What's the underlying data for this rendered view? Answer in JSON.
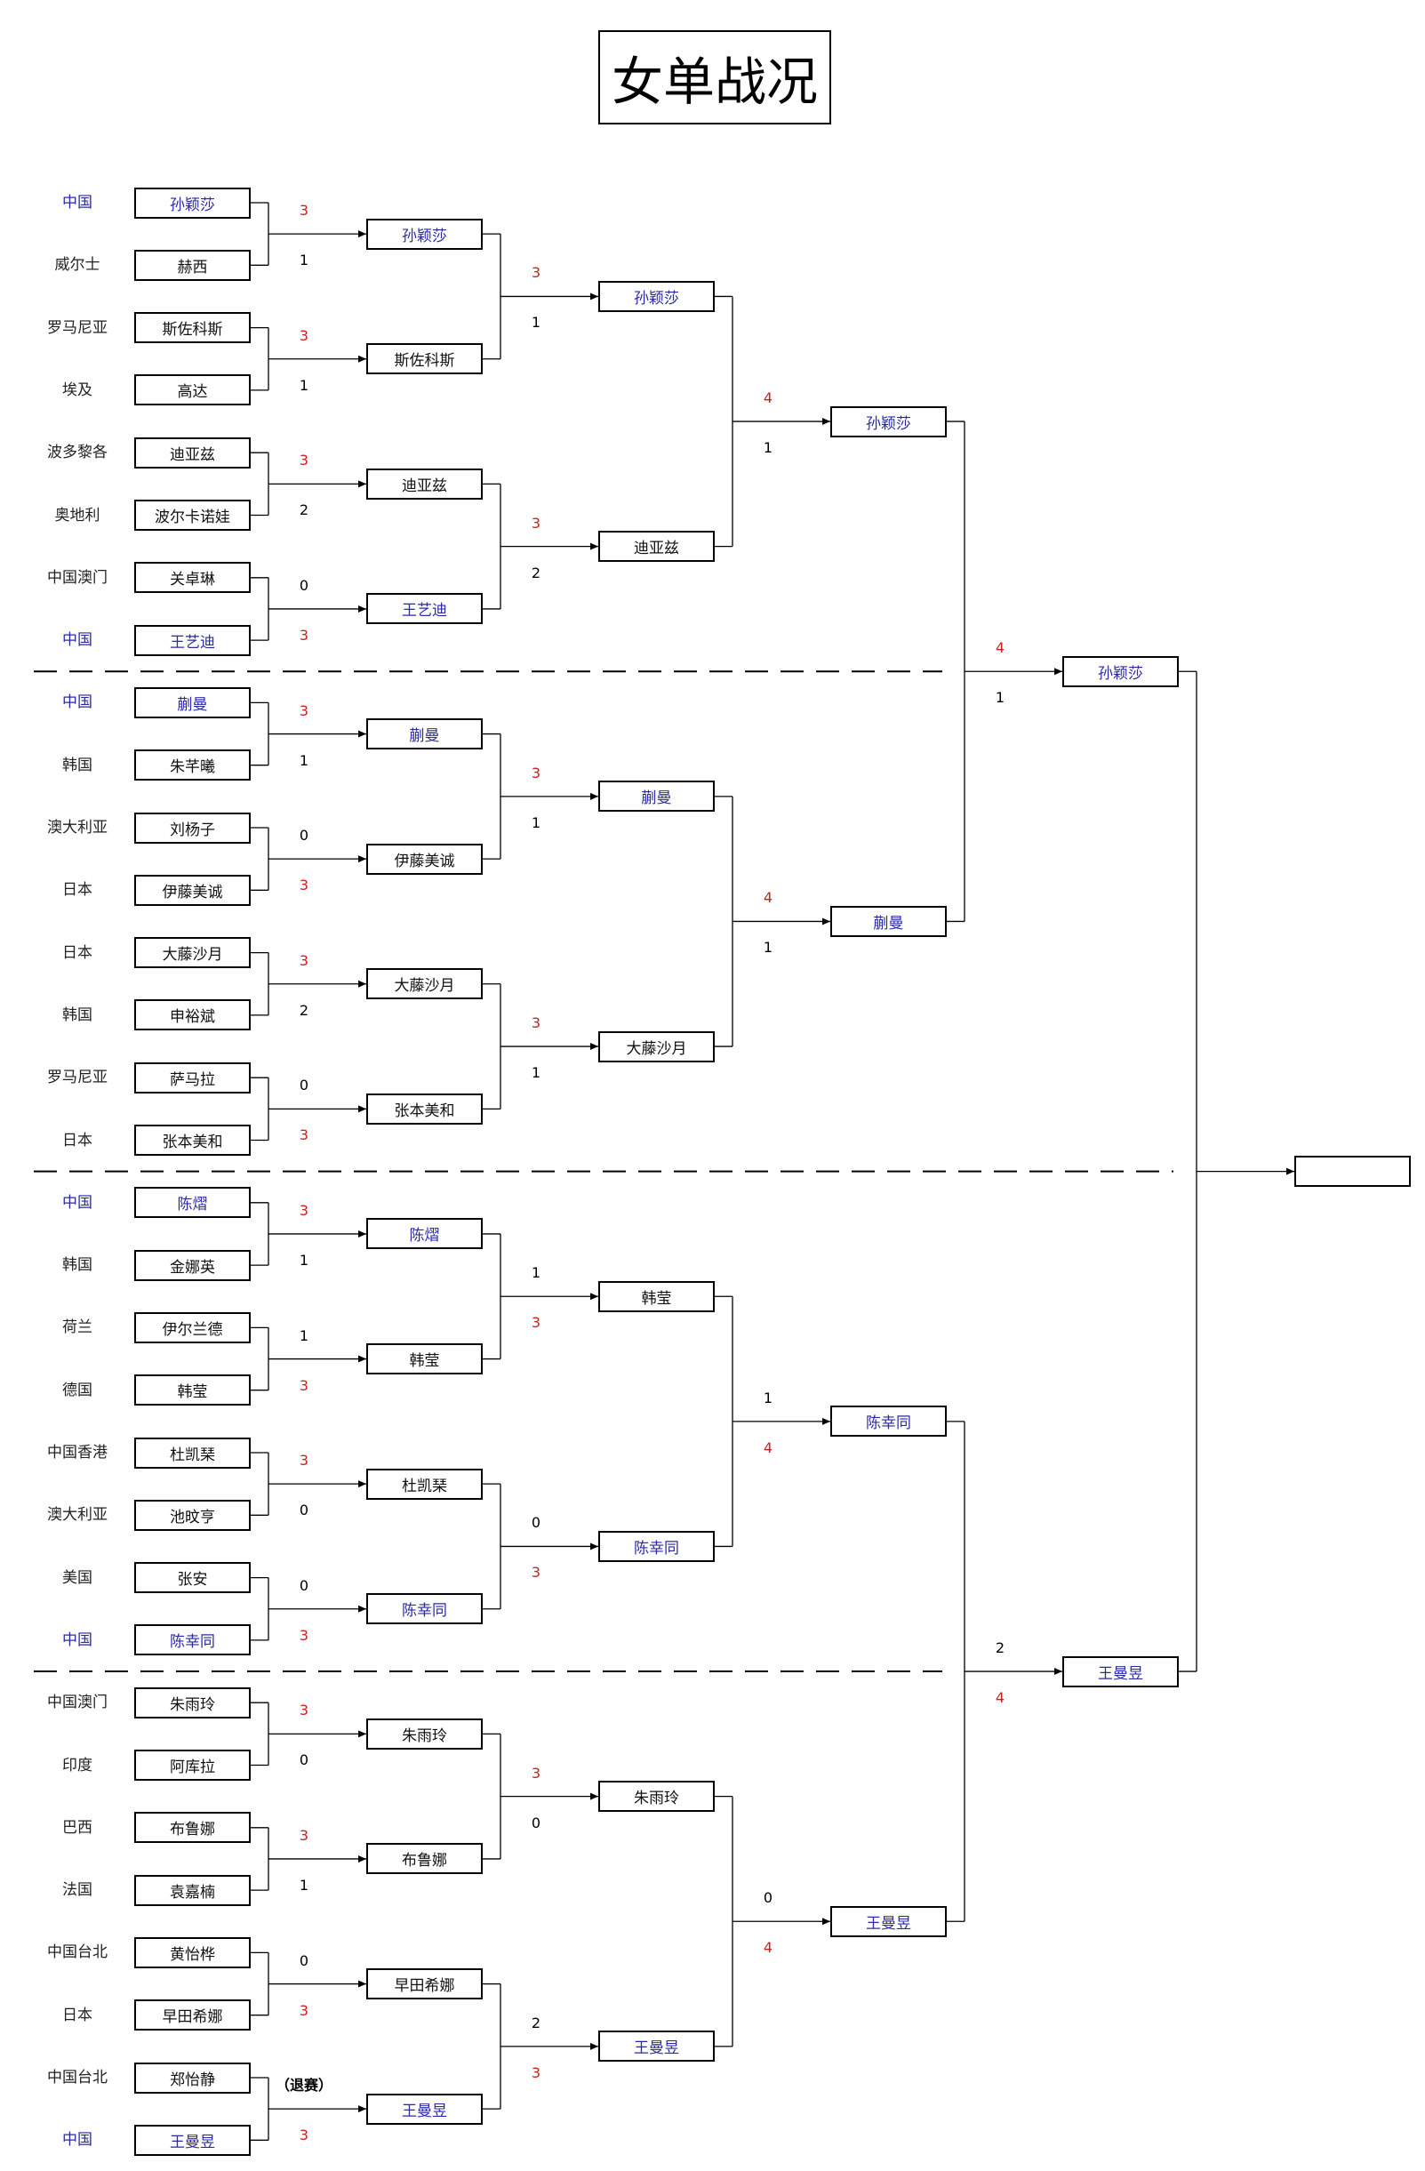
{
  "title": "女单战况",
  "r1": [
    {
      "country": "中国",
      "name": "孙颖莎",
      "cn": true
    },
    {
      "country": "威尔士",
      "name": "赫西",
      "cn": false
    },
    {
      "country": "罗马尼亚",
      "name": "斯佐科斯",
      "cn": false
    },
    {
      "country": "埃及",
      "name": "高达",
      "cn": false
    },
    {
      "country": "波多黎各",
      "name": "迪亚兹",
      "cn": false
    },
    {
      "country": "奥地利",
      "name": "波尔卡诺娃",
      "cn": false
    },
    {
      "country": "中国澳门",
      "name": "关卓琳",
      "cn": false
    },
    {
      "country": "中国",
      "name": "王艺迪",
      "cn": true
    },
    {
      "country": "中国",
      "name": "蒯曼",
      "cn": true
    },
    {
      "country": "韩国",
      "name": "朱芊曦",
      "cn": false
    },
    {
      "country": "澳大利亚",
      "name": "刘杨子",
      "cn": false
    },
    {
      "country": "日本",
      "name": "伊藤美诚",
      "cn": false
    },
    {
      "country": "日本",
      "name": "大藤沙月",
      "cn": false
    },
    {
      "country": "韩国",
      "name": "申裕斌",
      "cn": false
    },
    {
      "country": "罗马尼亚",
      "name": "萨马拉",
      "cn": false
    },
    {
      "country": "日本",
      "name": "张本美和",
      "cn": false
    },
    {
      "country": "中国",
      "name": "陈熠",
      "cn": true
    },
    {
      "country": "韩国",
      "name": "金娜英",
      "cn": false
    },
    {
      "country": "荷兰",
      "name": "伊尔兰德",
      "cn": false
    },
    {
      "country": "德国",
      "name": "韩莹",
      "cn": false
    },
    {
      "country": "中国香港",
      "name": "杜凯琹",
      "cn": false
    },
    {
      "country": "澳大利亚",
      "name": "池旼亨",
      "cn": false
    },
    {
      "country": "美国",
      "name": "张安",
      "cn": false
    },
    {
      "country": "中国",
      "name": "陈幸同",
      "cn": true
    },
    {
      "country": "中国澳门",
      "name": "朱雨玲",
      "cn": false
    },
    {
      "country": "印度",
      "name": "阿库拉",
      "cn": false
    },
    {
      "country": "巴西",
      "name": "布鲁娜",
      "cn": false
    },
    {
      "country": "法国",
      "name": "袁嘉楠",
      "cn": false
    },
    {
      "country": "中国台北",
      "name": "黄怡桦",
      "cn": false
    },
    {
      "country": "日本",
      "name": "早田希娜",
      "cn": false
    },
    {
      "country": "中国台北",
      "name": "郑怡静",
      "cn": false
    },
    {
      "country": "中国",
      "name": "王曼昱",
      "cn": true
    }
  ],
  "r1_scores": [
    [
      "3",
      "1"
    ],
    [
      "3",
      "1"
    ],
    [
      "3",
      "2"
    ],
    [
      "0",
      "3"
    ],
    [
      "3",
      "1"
    ],
    [
      "0",
      "3"
    ],
    [
      "3",
      "2"
    ],
    [
      "0",
      "3"
    ],
    [
      "3",
      "1"
    ],
    [
      "1",
      "3"
    ],
    [
      "3",
      "0"
    ],
    [
      "0",
      "3"
    ],
    [
      "3",
      "0"
    ],
    [
      "3",
      "1"
    ],
    [
      "0",
      "3"
    ],
    [
      "（退赛）",
      "3"
    ]
  ],
  "r2": [
    {
      "name": "孙颖莎",
      "cn": true
    },
    {
      "name": "斯佐科斯",
      "cn": false
    },
    {
      "name": "迪亚兹",
      "cn": false
    },
    {
      "name": "王艺迪",
      "cn": true
    },
    {
      "name": "蒯曼",
      "cn": true
    },
    {
      "name": "伊藤美诚",
      "cn": false
    },
    {
      "name": "大藤沙月",
      "cn": false
    },
    {
      "name": "张本美和",
      "cn": false
    },
    {
      "name": "陈熠",
      "cn": true
    },
    {
      "name": "韩莹",
      "cn": false
    },
    {
      "name": "杜凯琹",
      "cn": false
    },
    {
      "name": "陈幸同",
      "cn": true
    },
    {
      "name": "朱雨玲",
      "cn": false
    },
    {
      "name": "布鲁娜",
      "cn": false
    },
    {
      "name": "早田希娜",
      "cn": false
    },
    {
      "name": "王曼昱",
      "cn": true
    }
  ],
  "r2_scores": [
    [
      "3",
      "1"
    ],
    [
      "3",
      "2"
    ],
    [
      "3",
      "1"
    ],
    [
      "3",
      "1"
    ],
    [
      "1",
      "3"
    ],
    [
      "0",
      "3"
    ],
    [
      "3",
      "0"
    ],
    [
      "2",
      "3"
    ]
  ],
  "r3": [
    {
      "name": "孙颖莎",
      "cn": true
    },
    {
      "name": "迪亚兹",
      "cn": false
    },
    {
      "name": "蒯曼",
      "cn": true
    },
    {
      "name": "大藤沙月",
      "cn": false
    },
    {
      "name": "韩莹",
      "cn": false
    },
    {
      "name": "陈幸同",
      "cn": true
    },
    {
      "name": "朱雨玲",
      "cn": false
    },
    {
      "name": "王曼昱",
      "cn": true
    }
  ],
  "r3_scores": [
    [
      "4",
      "1"
    ],
    [
      "4",
      "1"
    ],
    [
      "1",
      "4"
    ],
    [
      "0",
      "4"
    ]
  ],
  "r4": [
    {
      "name": "孙颖莎",
      "cn": true
    },
    {
      "name": "蒯曼",
      "cn": true
    },
    {
      "name": "陈幸同",
      "cn": true
    },
    {
      "name": "王曼昱",
      "cn": true
    }
  ],
  "r4_scores": [
    [
      "4",
      "1"
    ],
    [
      "2",
      "4"
    ]
  ],
  "r5": [
    {
      "name": "孙颖莎",
      "cn": true
    },
    {
      "name": "王曼昱",
      "cn": true
    }
  ],
  "champion": "",
  "colors": {
    "winner_score": "#cc1f1f",
    "china_text": "#2a2aa8",
    "line": "#000000"
  }
}
